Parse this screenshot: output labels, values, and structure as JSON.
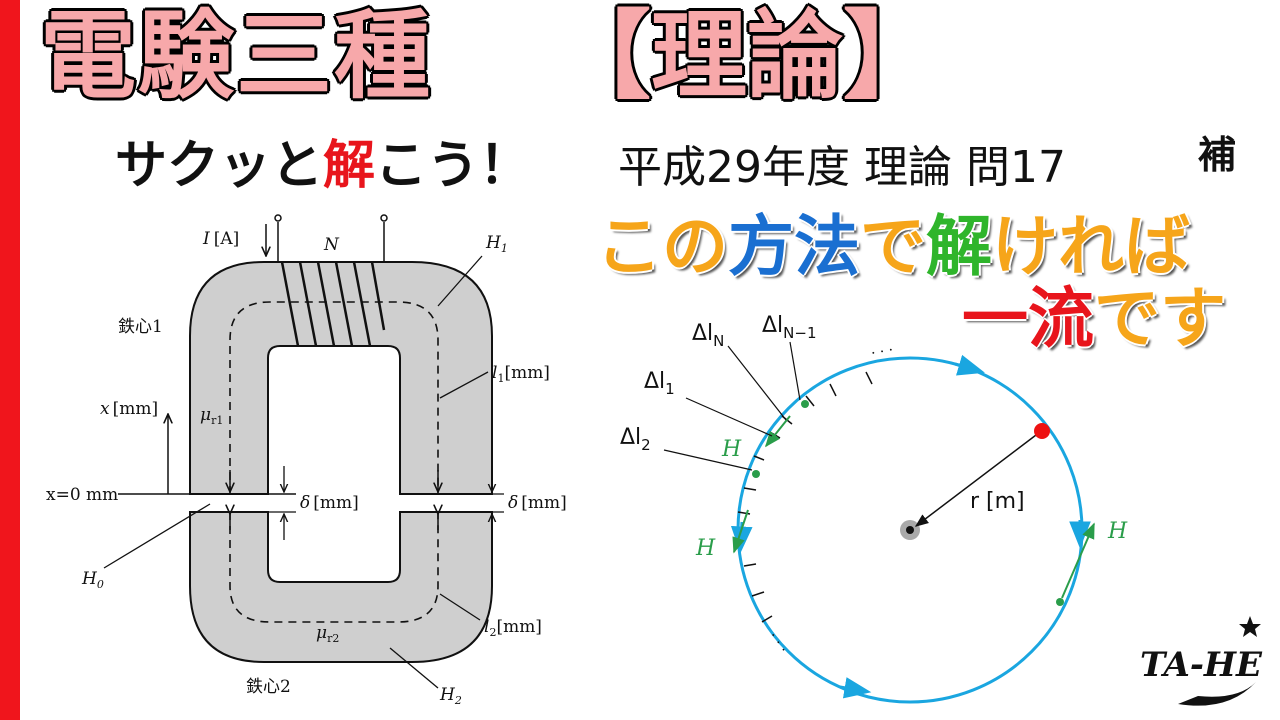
{
  "title": {
    "main": "電験三種",
    "bracket": "【理論】"
  },
  "subtitle": {
    "part1": "サクッと",
    "highlight": "解",
    "part2": "こう！"
  },
  "exam": {
    "label": "平成29年度 理論 問17",
    "supplement": "補"
  },
  "catchphrase": {
    "line1": [
      {
        "text": "この",
        "color": "orange"
      },
      {
        "text": "方法",
        "color": "blue"
      },
      {
        "text": "で",
        "color": "orange"
      },
      {
        "text": "解",
        "color": "green"
      },
      {
        "text": "ければ",
        "color": "orange"
      }
    ],
    "line2": [
      {
        "text": "一",
        "color": "red"
      },
      {
        "text": "流",
        "color": "red"
      },
      {
        "text": "です",
        "color": "orange"
      }
    ]
  },
  "core_diagram": {
    "current_I": "I",
    "current_unit": "[A]",
    "turns": "N",
    "H1": "H",
    "H1_sub": "1",
    "core1": "鉄心1",
    "core2": "鉄心2",
    "l1": "l",
    "l1_sub": "1",
    "l1_unit": "[mm]",
    "l2": "l",
    "l2_sub": "2",
    "l2_unit": "[mm]",
    "x_label": "x",
    "x_unit": "[mm]",
    "mu": "μ",
    "mu_r1_sub": "r1",
    "mu_r2_sub": "r2",
    "x0": "x=0 mm",
    "delta_left": "δ",
    "delta_right": "δ",
    "delta_unit": "[mm]",
    "H0": "H",
    "H0_sub": "0",
    "H2": "H",
    "H2_sub": "2"
  },
  "circle_diagram": {
    "dl_N": "Δl",
    "dl_N_sub": "N",
    "dl_N1": "Δl",
    "dl_N1_sub": "N−1",
    "dl_1": "Δl",
    "dl_1_sub": "1",
    "dl_2": "Δl",
    "dl_2_sub": "2",
    "H_upper_left": "H",
    "H_lower_left": "H",
    "H_right": "H",
    "radius": "r [m]",
    "dots": "· · ·"
  },
  "logo": {
    "text": "TA-HE"
  },
  "colors": {
    "accent_red": "#f0151c",
    "title_pink": "#f7a8aa",
    "orange": "#f6a51a",
    "blue": "#1a6fd1",
    "green": "#2fb52b",
    "circle_cyan": "#1aa6e0",
    "core_gray": "#cfcfcf"
  }
}
